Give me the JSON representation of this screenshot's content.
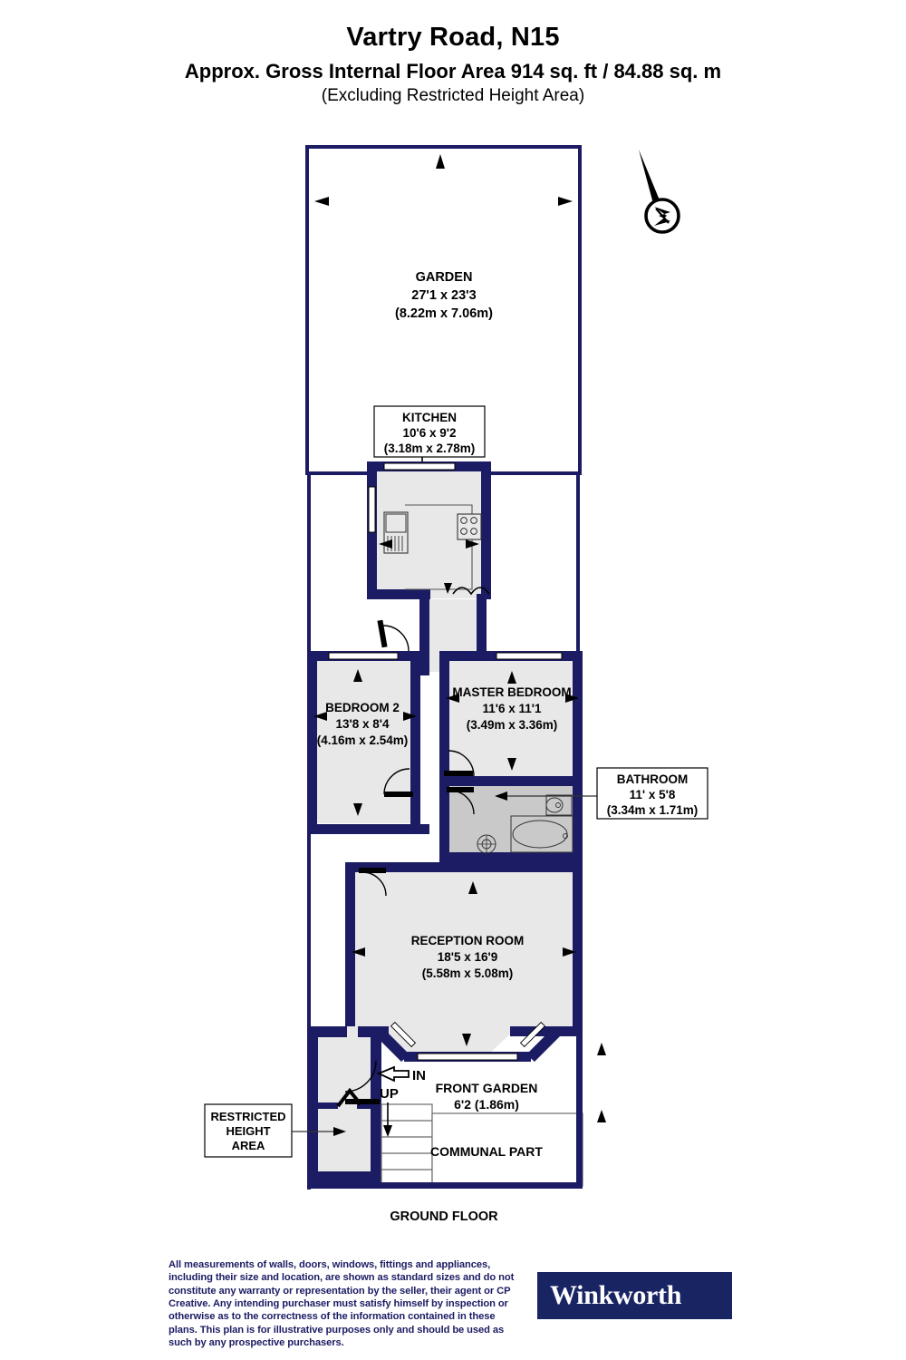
{
  "header": {
    "title": "Vartry Road, N15",
    "area_line": "Approx. Gross Internal Floor Area 914 sq. ft / 84.88 sq. m",
    "area_note": "(Excluding Restricted Height Area)"
  },
  "floor_label": "GROUND FLOOR",
  "compass": {
    "name": "north-arrow"
  },
  "rooms": [
    {
      "id": "garden",
      "name": "GARDEN",
      "imperial": "27'1 x 23'3",
      "metric": "(8.22m x 7.06m)"
    },
    {
      "id": "kitchen",
      "name": "KITCHEN",
      "imperial": "10'6 x 9'2",
      "metric": "(3.18m x 2.78m)"
    },
    {
      "id": "master_bedroom",
      "name": "MASTER BEDROOM",
      "imperial": "11'6 x 11'1",
      "metric": "(3.49m x 3.36m)"
    },
    {
      "id": "bedroom_2",
      "name": "BEDROOM 2",
      "imperial": "13'8 x 8'4",
      "metric": "(4.16m x 2.54m)"
    },
    {
      "id": "bathroom",
      "name": "BATHROOM",
      "imperial": "11' x 5'8",
      "metric": "(3.34m x 1.71m)"
    },
    {
      "id": "reception_room",
      "name": "RECEPTION ROOM",
      "imperial": "18'5 x 16'9",
      "metric": "(5.58m x 5.08m)"
    },
    {
      "id": "front_garden",
      "name": "FRONT GARDEN",
      "imperial": "6'2 (1.86m)",
      "metric": ""
    }
  ],
  "annotations": {
    "restricted_height_line1": "RESTRICTED",
    "restricted_height_line2": "HEIGHT",
    "restricted_height_line3": "AREA",
    "communal_part": "COMMUNAL PART",
    "entry_in": "IN",
    "stairs_up": "UP"
  },
  "footer": {
    "disclaimer": "All measurements of walls, doors, windows, fittings and appliances, including their size and location, are shown as standard sizes and do not constitute any warranty or representation by the seller, their agent or CP Creative. Any intending purchaser must satisfy himself by inspection or otherwise as to the correctness of the information contained in these plans. This plan is for illustrative purposes only and should be used as such by any prospective purchasers.",
    "brand": "Winkworth"
  },
  "colors": {
    "wall": "#1c1c64",
    "room_fill": "#e8e8e8",
    "bathroom_fill": "#c9c9c9",
    "garden_fill": "#ffffff",
    "brand_navy": "#192463",
    "text": "#000000"
  }
}
